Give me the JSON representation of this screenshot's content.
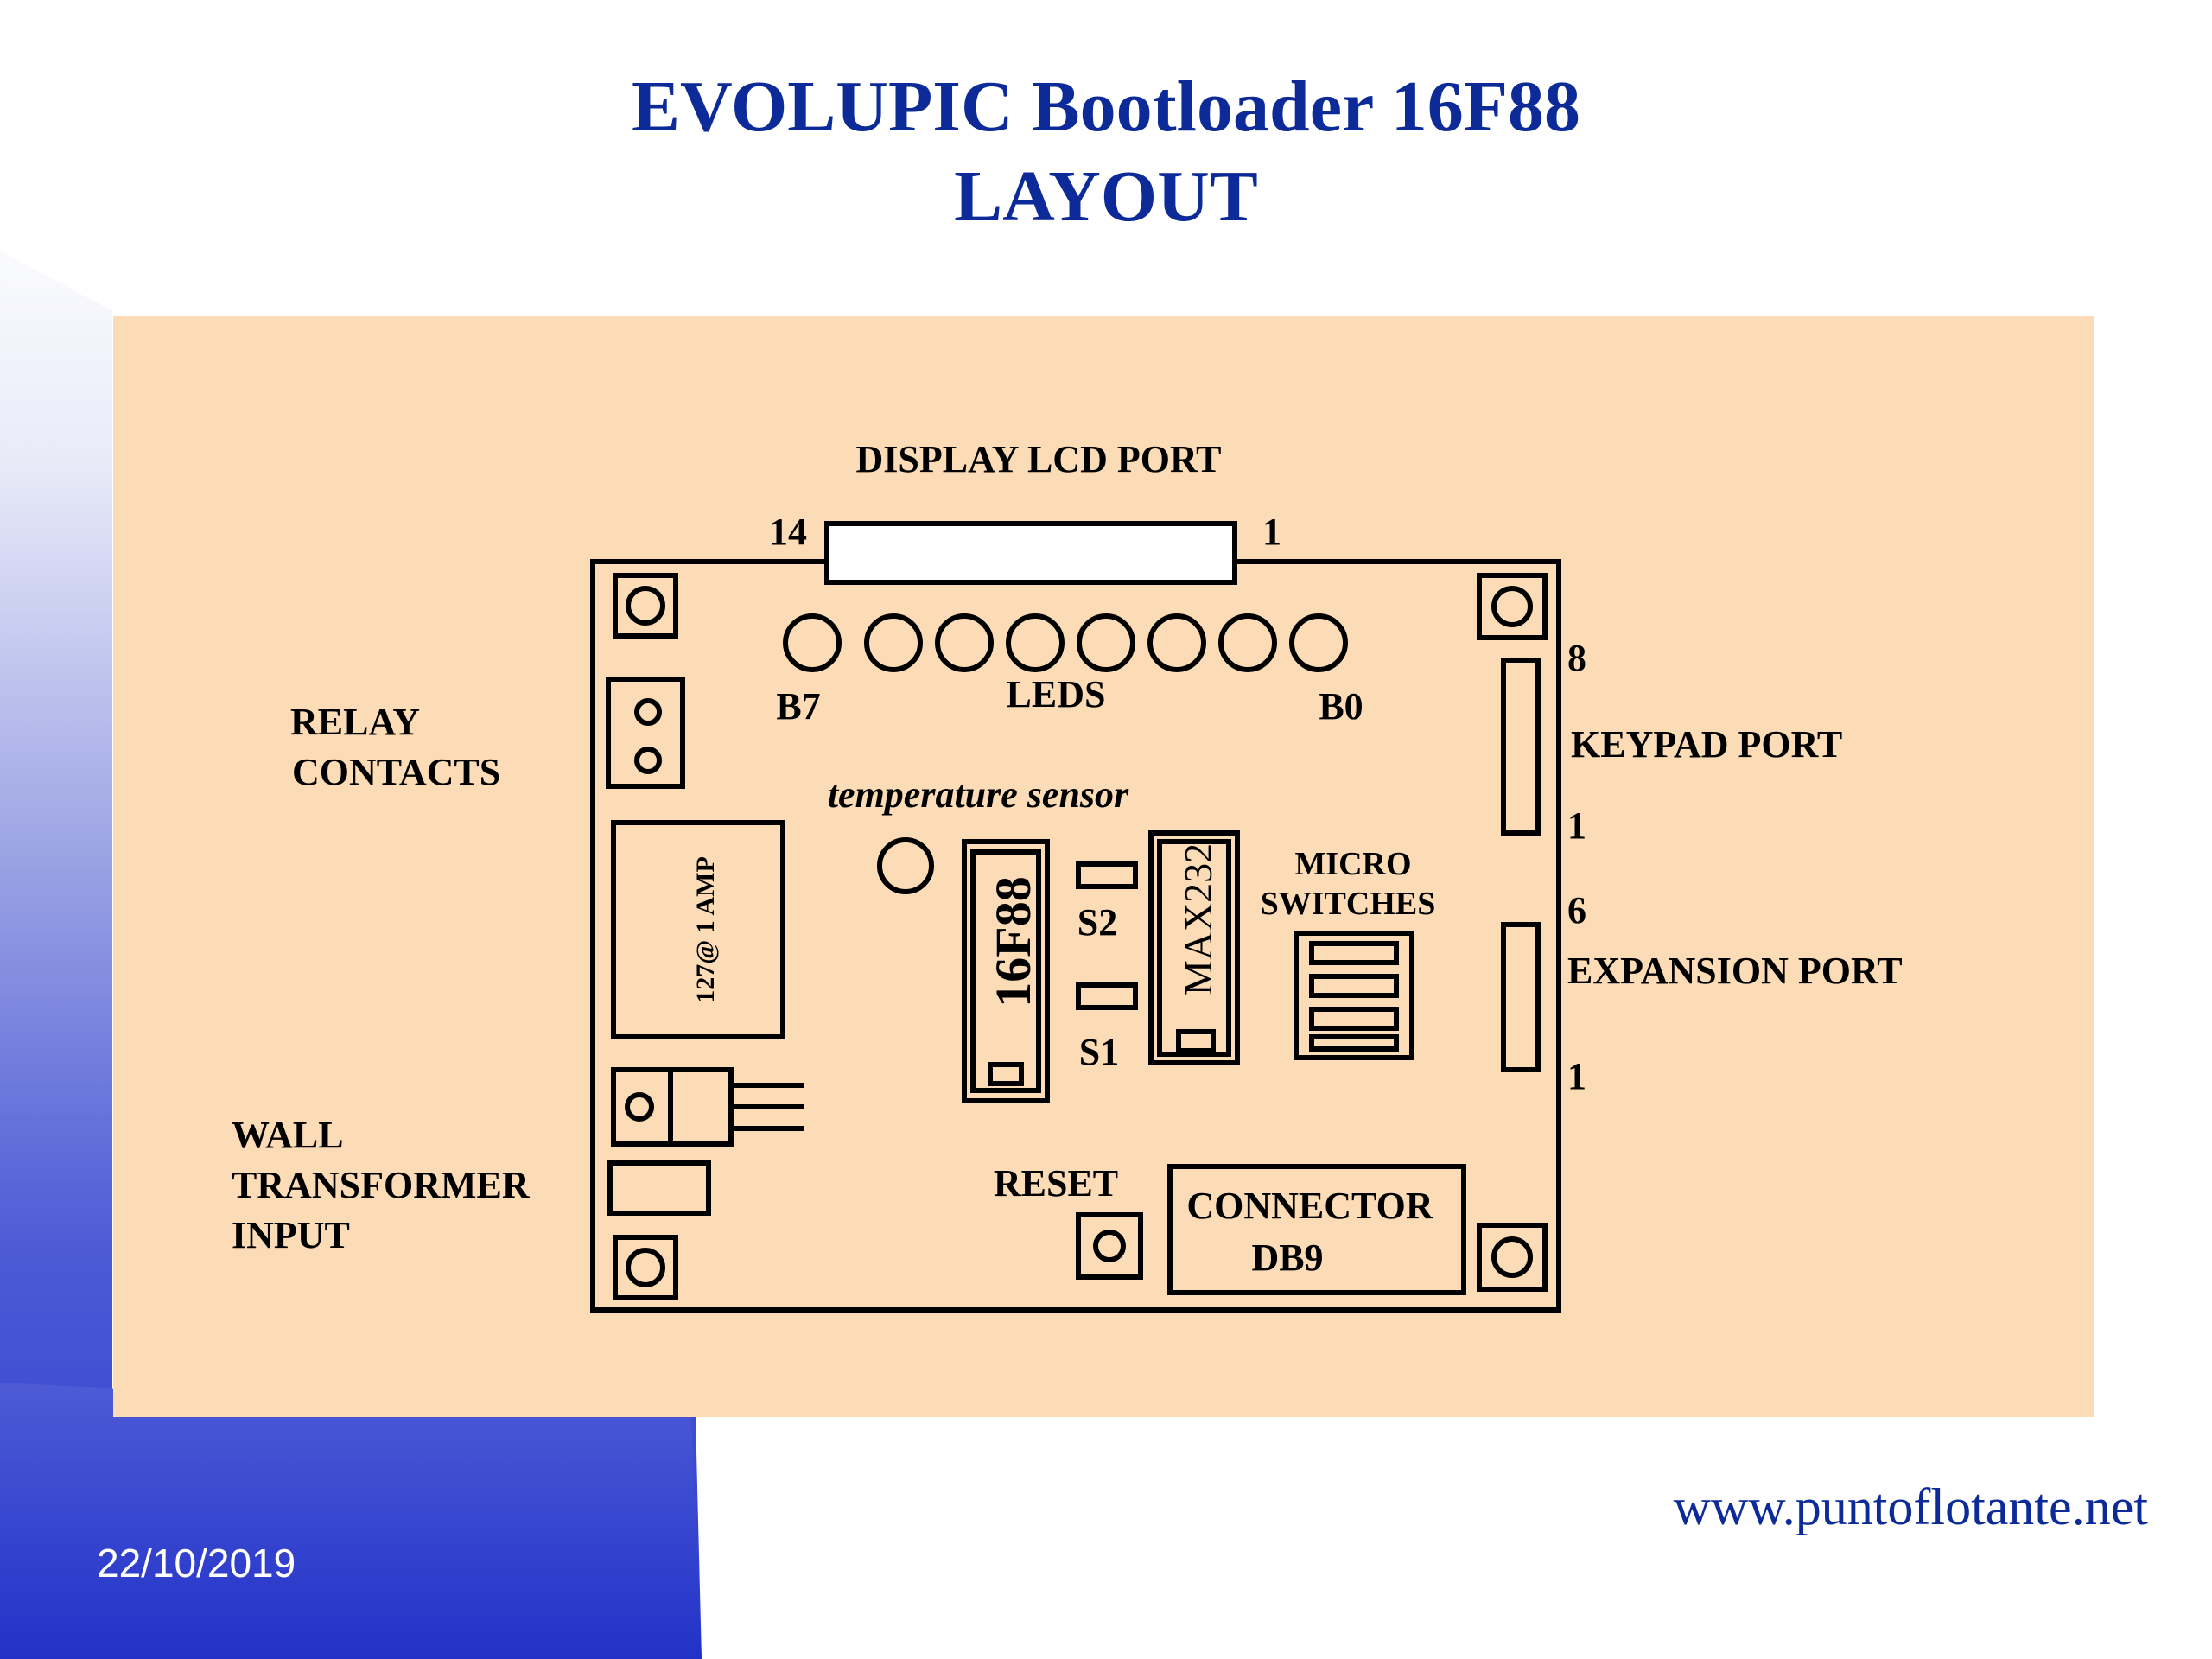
{
  "title": {
    "line1": "EVOLUPIC Bootloader 16F88",
    "line2": "LAYOUT"
  },
  "diagram": {
    "display_lcd_port": "DISPLAY LCD PORT",
    "lcd_pin_left": "14",
    "lcd_pin_right": "1",
    "leds": "LEDS",
    "led_b7": "B7",
    "led_b0": "B0",
    "temperature_sensor": "temperature sensor",
    "relay_contacts_line1": "RELAY",
    "relay_contacts_line2": "CONTACTS",
    "relay_rating": "127@ 1 AMP",
    "chip_16f88": "16F88",
    "chip_max232": "MAX232",
    "switch_s2": "S2",
    "switch_s1": "S1",
    "micro_switches_line1": "MICRO",
    "micro_switches_line2": "SWITCHES",
    "keypad_pin_top": "8",
    "keypad_port": "KEYPAD PORT",
    "keypad_pin_bottom": "1",
    "expansion_pin_top": "6",
    "expansion_port": "EXPANSION PORT",
    "expansion_pin_bottom": "1",
    "wall_line1": "WALL",
    "wall_line2": "TRANSFORMER",
    "wall_line3": "INPUT",
    "reset": "RESET",
    "connector_line1": "CONNECTOR",
    "connector_line2": "DB9"
  },
  "footer": {
    "date": "22/10/2019",
    "url": "www.puntoflotante.net"
  },
  "colors": {
    "title": "#0d2a99",
    "panel": "#fbdcb6",
    "gradient": "#2a3bcc"
  }
}
